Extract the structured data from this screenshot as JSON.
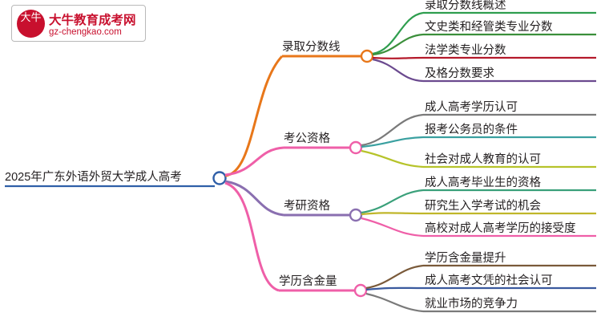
{
  "logo": {
    "mark_text": "大牛",
    "title": "大牛教育成考网",
    "subtitle": "gz-chengkao.com",
    "brand_color": "#c8102e"
  },
  "mindmap": {
    "root": {
      "label": "2025年广东外语外贸大学成人高考",
      "underline_color": "#2f5fa8",
      "node_dot_color": "#2f5fa8"
    },
    "branches": [
      {
        "label": "录取分数线",
        "color": "#e8771a",
        "leaves": [
          {
            "label": "录取分数线概述",
            "color": "#2f9e4f"
          },
          {
            "label": "文史类和经管类专业分数",
            "color": "#3b8f3b"
          },
          {
            "label": "法学类专业分数",
            "color": "#b51a2b"
          },
          {
            "label": "及格分数要求",
            "color": "#6b4a8f"
          }
        ]
      },
      {
        "label": "考公资格",
        "color": "#ef5fa8",
        "leaves": [
          {
            "label": "成人高考学历认可",
            "color": "#7a7a7a"
          },
          {
            "label": "报考公务员的条件",
            "color": "#3aa0a0"
          },
          {
            "label": "社会对成人教育的认可",
            "color": "#b6c32a"
          }
        ]
      },
      {
        "label": "考研资格",
        "color": "#8a6fb0",
        "leaves": [
          {
            "label": "成人高考毕业生的资格",
            "color": "#3aa07a"
          },
          {
            "label": "研究生入学考试的机会",
            "color": "#c0b62a"
          },
          {
            "label": "高校对成人高考学历的接受度",
            "color": "#ef5fa8"
          }
        ]
      },
      {
        "label": "学历含金量",
        "color": "#ef5fa8",
        "leaves": [
          {
            "label": "学历含金量提升",
            "color": "#7a5a3a"
          },
          {
            "label": "成人高考文凭的社会认可",
            "color": "#3a5a9e"
          },
          {
            "label": "就业市场的竞争力",
            "color": "#7a7a7a"
          }
        ]
      }
    ]
  }
}
